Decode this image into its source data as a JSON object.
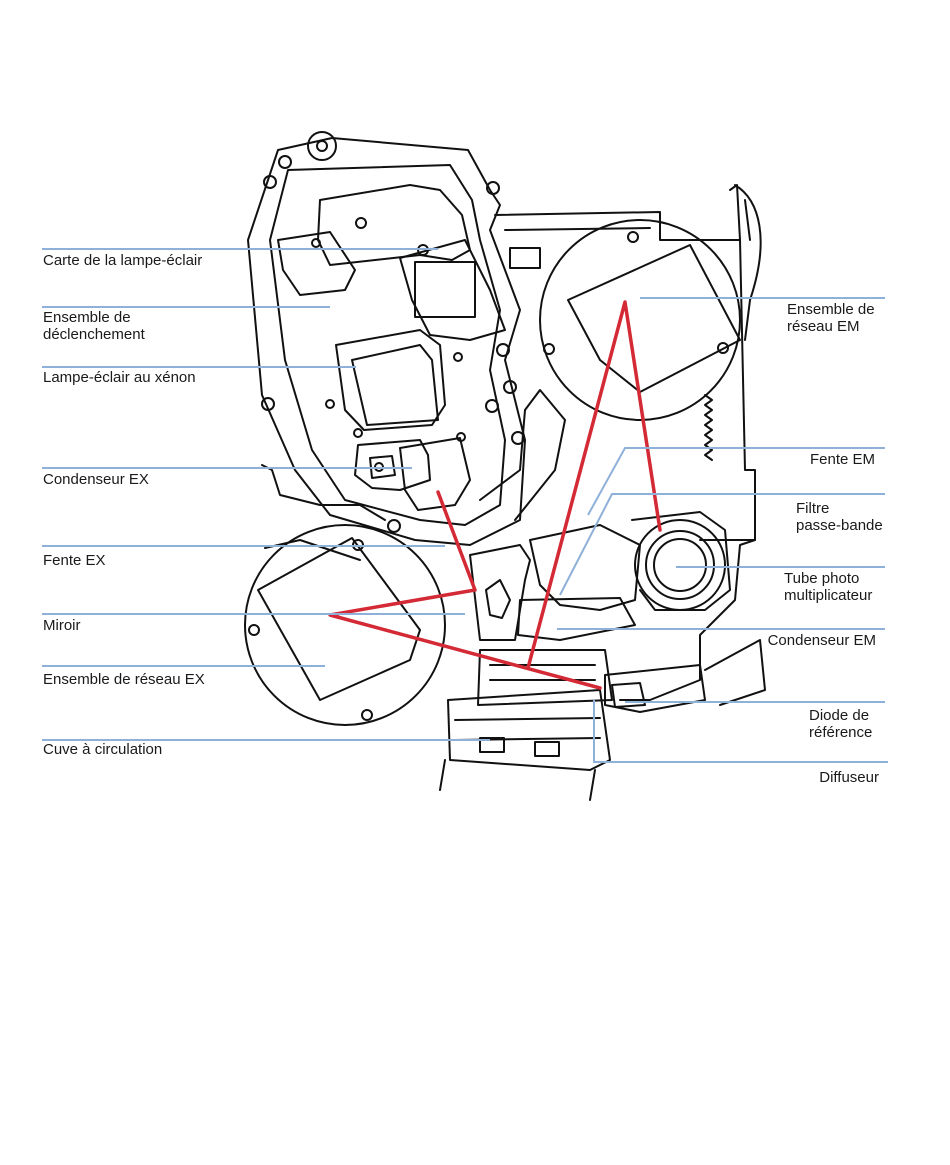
{
  "labels": {
    "flash_lamp_board": "Carte de la lampe-éclair",
    "trigger_pack": "Ensemble de\ndéclenchement",
    "xenon_flash_lamp": "Lampe-éclair au xénon",
    "ex_condenser": "Condenseur EX",
    "ex_slit": "Fente EX",
    "mirror": "Miroir",
    "ex_grating": "Ensemble de réseau EX",
    "flow_cell": "Cuve à circulation",
    "em_grating": "Ensemble de\nréseau EM",
    "em_slit": "Fente EM",
    "cutoff_filter": "Filtre\npasse-bande",
    "photomultiplier": "Tube photo\nmultiplicateur",
    "em_condenser": "Condenseur EM",
    "reference_diode": "Diode de\nréférence",
    "diffuser": "Diffuseur"
  },
  "colors": {
    "leader_line": "#8fb0d9",
    "light_path": "#d42a36",
    "drawing": "#111111"
  }
}
